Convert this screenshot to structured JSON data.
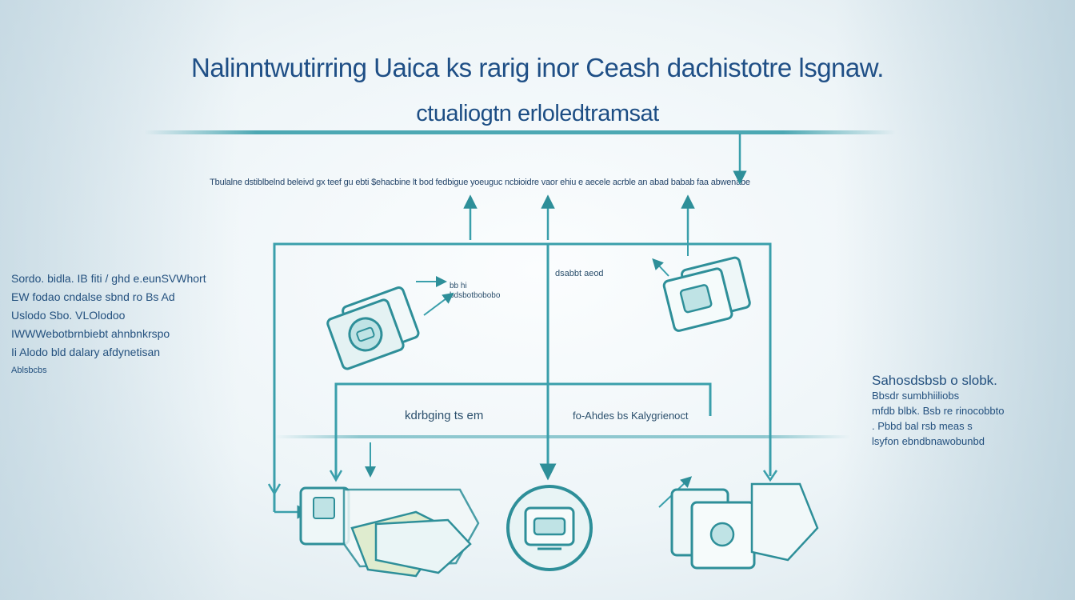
{
  "diagram": {
    "title": "Nalinntwutirring Uaica ks rarig inor Ceash dachistotre lsgnaw.",
    "subtitle": "ctualiogtn erloledtramsat",
    "header_note": "Tbulalne dstiblbelnd beleivd gx teef gu ebti $ehacbine lt bod fedbigue yoeuguc ncbioidre vaor ehiu e aecele acrble an abad babab faa abwenabe",
    "left_block": {
      "lines": [
        "Sordo. bidla. IB fiti / ghd e.eunSVWhort",
        "EW fodao cndalse sbnd ro Bs Ad",
        "Uslodo Sbo. VLOlodoo",
        "IWWWebotbrnbiebt ahnbnkrspo",
        "Ii Alodo bld dalary afdynetisan",
        "Ablsbcbs"
      ]
    },
    "right_block": {
      "lines": [
        "Sahosdsbsb o slobk.",
        "Bbsdr sumbhiiliobs",
        "mfdb blbk. Bsb re rinocobbto",
        ". Pbbd bal rsb meas s",
        "lsyfon ebndbnawobunbd"
      ]
    },
    "labels": {
      "top_left_node": "bb hi\nbdsbotbobobo",
      "top_center": "dsabbt aeod",
      "mid_left": "kdrbging ts em",
      "mid_right": "fo-Ahdes bs Kalygrienoct"
    },
    "colors": {
      "line": "#3a9fab",
      "dark": "#1f4f86",
      "teal_fill": "#bfe3e5",
      "icon_stroke": "#2e8f99"
    }
  }
}
